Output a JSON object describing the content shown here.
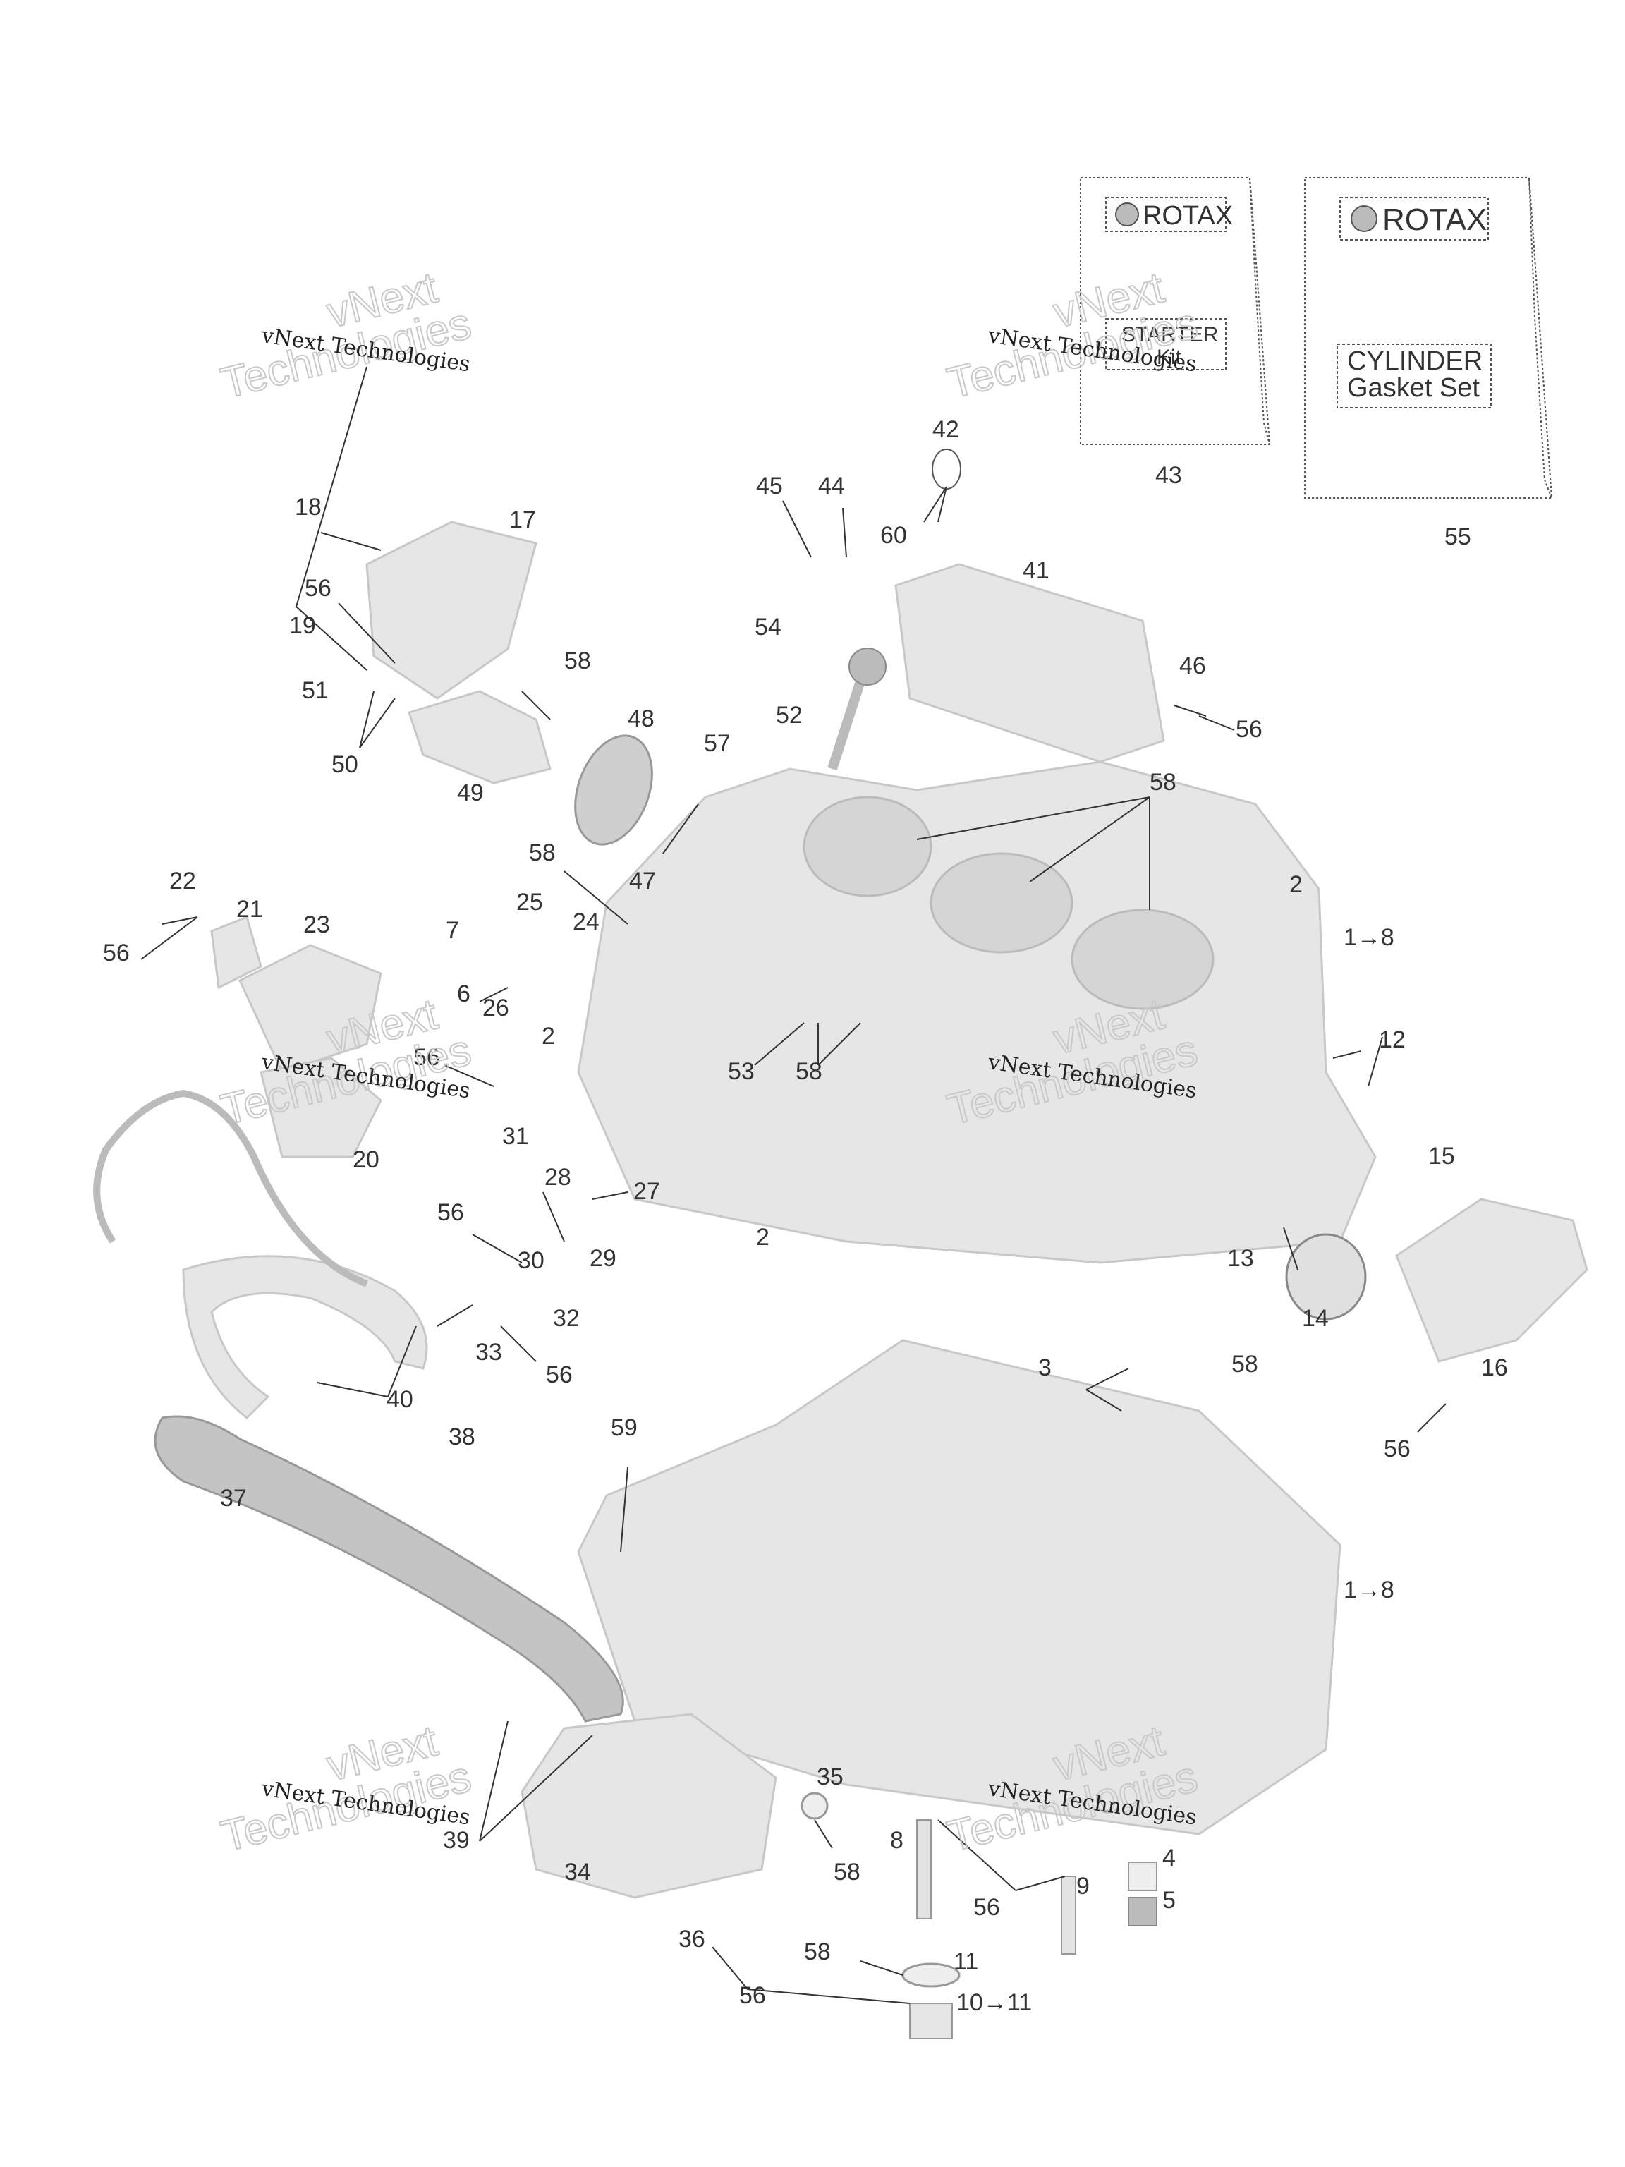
{
  "kits": {
    "starter": {
      "logo": "ROTAX",
      "label_line1": "STARTER",
      "label_line2": "Kit",
      "ref": "43"
    },
    "cylinder": {
      "logo": "ROTAX",
      "label_line1": "CYLINDER",
      "label_line2": "Gasket Set",
      "ref": "55"
    }
  },
  "watermarks": [
    {
      "text": "vNext Technologies",
      "big": "vNext",
      "big2": "Technologies"
    },
    {
      "text": "vNext Technologies",
      "big": "vNext",
      "big2": "Technologies"
    },
    {
      "text": "vNext Technologies",
      "big": "vNext",
      "big2": "Technologies"
    },
    {
      "text": "vNext Technologies",
      "big": "vNext",
      "big2": "Technologies"
    },
    {
      "text": "vNext Technologies",
      "big": "vNext",
      "big2": "Technologies"
    },
    {
      "text": "vNext Technologies",
      "big": "vNext",
      "big2": "Technologies"
    }
  ],
  "callouts": [
    "42",
    "45",
    "44",
    "60",
    "41",
    "54",
    "46",
    "56",
    "18",
    "17",
    "56",
    "19",
    "58",
    "51",
    "50",
    "49",
    "48",
    "57",
    "52",
    "58",
    "47",
    "58",
    "2",
    "1→8",
    "22",
    "21",
    "23",
    "56",
    "7",
    "25",
    "24",
    "6",
    "26",
    "2",
    "53",
    "58",
    "12",
    "56",
    "31",
    "20",
    "15",
    "28",
    "27",
    "56",
    "30",
    "29",
    "2",
    "13",
    "32",
    "14",
    "33",
    "56",
    "58",
    "3",
    "40",
    "16",
    "38",
    "59",
    "56",
    "37",
    "1→8",
    "35",
    "39",
    "8",
    "4",
    "34",
    "58",
    "9",
    "5",
    "56",
    "36",
    "58",
    "11",
    "56",
    "10→11"
  ]
}
